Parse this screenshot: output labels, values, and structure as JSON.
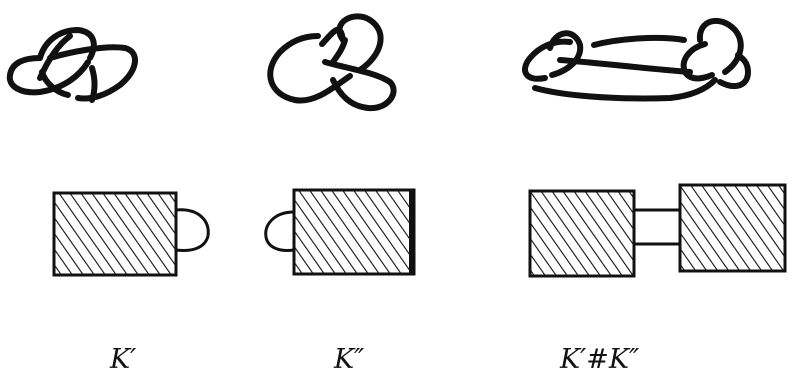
{
  "labels": {
    "k1": "K′",
    "k2": "K″",
    "sum": "K′#K″"
  },
  "colors": {
    "ink": "#111111",
    "background": "#ffffff"
  }
}
